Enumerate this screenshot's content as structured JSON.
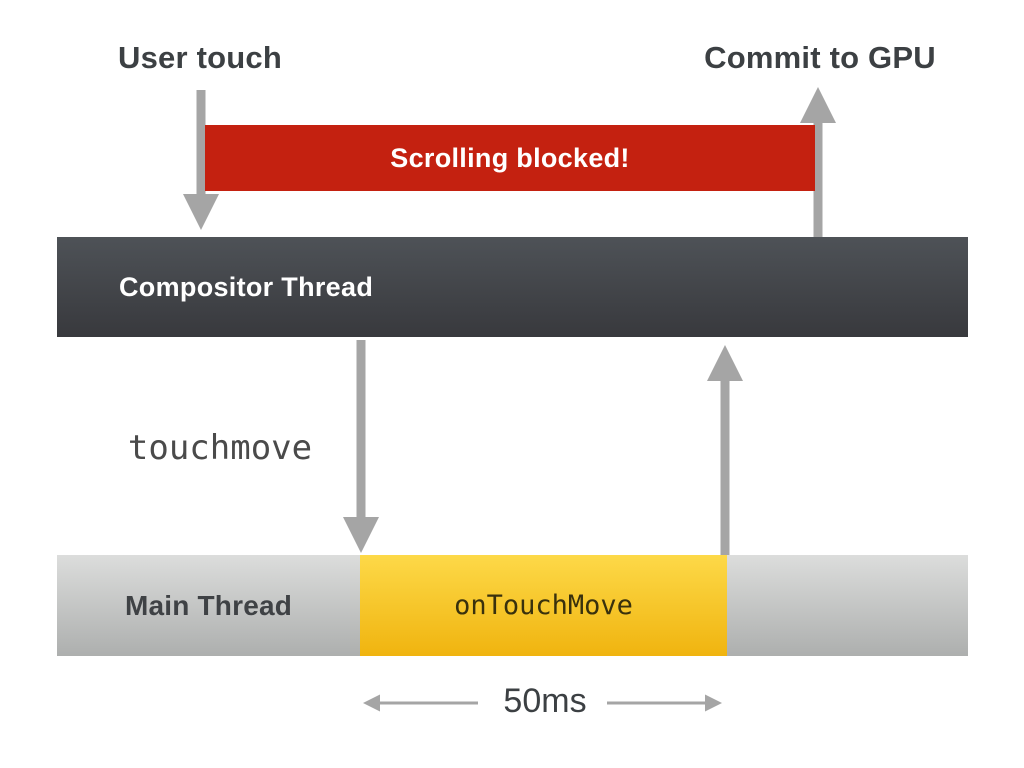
{
  "diagram": {
    "title_implied": "Touch scrolling blocked by main-thread touchmove handler",
    "labels": {
      "user_touch": "User touch",
      "commit_to_gpu": "Commit to GPU",
      "scrolling_blocked": "Scrolling blocked!",
      "compositor_thread": "Compositor Thread",
      "touchmove": "touchmove",
      "main_thread": "Main Thread",
      "on_touch_move": "onTouchMove",
      "duration": "50ms"
    },
    "icons": [
      "arrow-down-icon (user touch to compositor thread)",
      "arrow-up-icon (compositor thread to commit to GPU)",
      "arrow-down-icon (compositor thread to main thread, touchmove dispatch)",
      "arrow-up-icon (main thread back to compositor thread)",
      "arrow-left-icon (duration measure)",
      "arrow-right-icon (duration measure)"
    ]
  },
  "colors": {
    "background": "#ffffff",
    "text_dark": "#3c4043",
    "arrow_gray": "#a5a5a5",
    "blocked_red": "#c42110",
    "blocked_text": "#ffffff",
    "compositor_top": "#4e5257",
    "compositor_bottom": "#38393d",
    "compositor_text": "#ffffff",
    "main_top": "#dcdddc",
    "main_bottom": "#adafae",
    "main_text": "#3f4245",
    "busy_top": "#fdd948",
    "busy_bottom": "#f0b40f",
    "busy_text": "#39310d",
    "touchmove_text": "#4a4a4a"
  }
}
